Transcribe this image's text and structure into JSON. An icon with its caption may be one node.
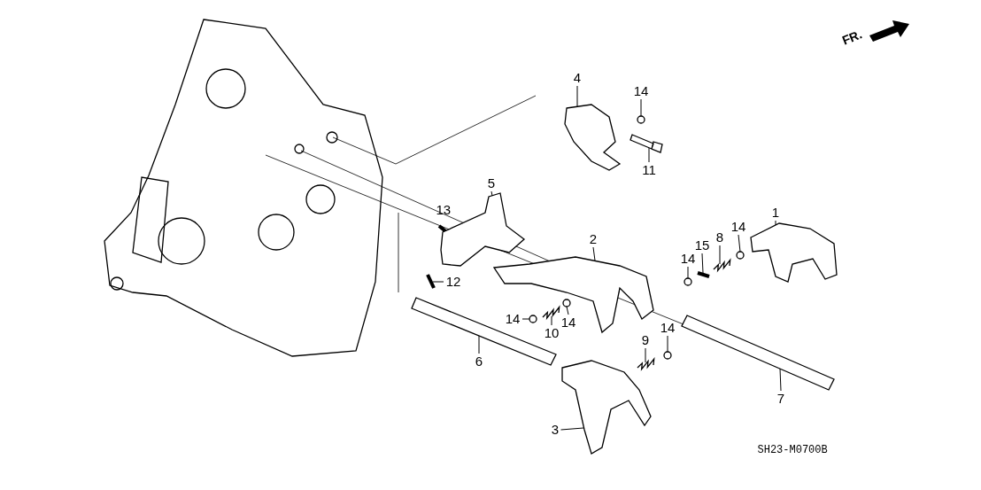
{
  "diagram": {
    "nodes": [
      {
        "text": [
          "4"
        ]
      },
      {
        "text": [
          "14"
        ]
      },
      {
        "text": [
          "11"
        ]
      },
      {
        "text": [
          "5"
        ]
      },
      {
        "text": [
          "1"
        ]
      },
      {
        "text": [
          "14"
        ]
      },
      {
        "text": [
          "8"
        ]
      },
      {
        "text": [
          "2"
        ]
      },
      {
        "text": [
          "15"
        ]
      },
      {
        "text": [
          "14"
        ]
      },
      {
        "text": [
          "12"
        ]
      },
      {
        "text": [
          "14"
        ]
      },
      {
        "text": [
          "14"
        ]
      },
      {
        "text": [
          "14"
        ]
      },
      {
        "text": [
          "10"
        ]
      },
      {
        "text": [
          "9"
        ]
      },
      {
        "text": [
          "6"
        ]
      },
      {
        "text": [
          "7"
        ]
      },
      {
        "text": [
          "3"
        ]
      },
      {
        "text": [],
        "shape": "picture"
      },
      {
        "text": [],
        "shape": "circle"
      },
      {
        "text": [],
        "shape": "picture"
      },
      {
        "text": [],
        "shape": "picture"
      },
      {
        "text": [],
        "shape": "picture"
      },
      {
        "text": [],
        "shape": "circle"
      },
      {
        "text": [],
        "shape": "picture"
      },
      {
        "text": [],
        "shape": "picture"
      },
      {
        "text": [],
        "shape": "picture"
      },
      {
        "text": [],
        "shape": "circle"
      },
      {
        "text": [],
        "shape": "picture"
      },
      {
        "text": [],
        "shape": "circle"
      },
      {
        "text": [],
        "shape": "circle"
      },
      {
        "text": [],
        "shape": "circle"
      },
      {
        "text": [],
        "shape": "picture"
      },
      {
        "text": [],
        "shape": "picture"
      },
      {
        "text": [],
        "shape": "picture"
      },
      {
        "text": [],
        "shape": "picture"
      },
      {
        "text": [],
        "shape": "picture"
      }
    ],
    "edges": [
      {
        "from": 0,
        "to": 19,
        "arrow": "none"
      },
      {
        "from": 1,
        "to": 20,
        "arrow": "none"
      },
      {
        "from": 2,
        "to": 21,
        "arrow": "none"
      },
      {
        "from": 3,
        "to": 22,
        "arrow": "none"
      },
      {
        "from": 4,
        "to": 23,
        "arrow": "none"
      },
      {
        "from": 5,
        "to": 24,
        "arrow": "none"
      },
      {
        "from": 6,
        "to": 25,
        "arrow": "none"
      },
      {
        "from": 7,
        "to": 26,
        "arrow": "none"
      },
      {
        "from": 8,
        "to": 27,
        "arrow": "none"
      },
      {
        "from": 9,
        "to": 28,
        "arrow": "none"
      },
      {
        "from": 10,
        "to": 29,
        "arrow": "none"
      },
      {
        "from": 11,
        "to": 30,
        "arrow": "none"
      },
      {
        "from": 12,
        "to": 31,
        "arrow": "none"
      },
      {
        "from": 13,
        "to": 32,
        "arrow": "none"
      },
      {
        "from": 14,
        "to": 33,
        "arrow": "none"
      },
      {
        "from": 15,
        "to": 34,
        "arrow": "none"
      },
      {
        "from": 16,
        "to": 35,
        "arrow": "none"
      },
      {
        "from": 17,
        "to": 36,
        "arrow": "none"
      },
      {
        "from": 18,
        "to": 37,
        "arrow": "none"
      }
    ],
    "labels": [
      "13",
      "FR.",
      "SH23-M0700B"
    ]
  }
}
